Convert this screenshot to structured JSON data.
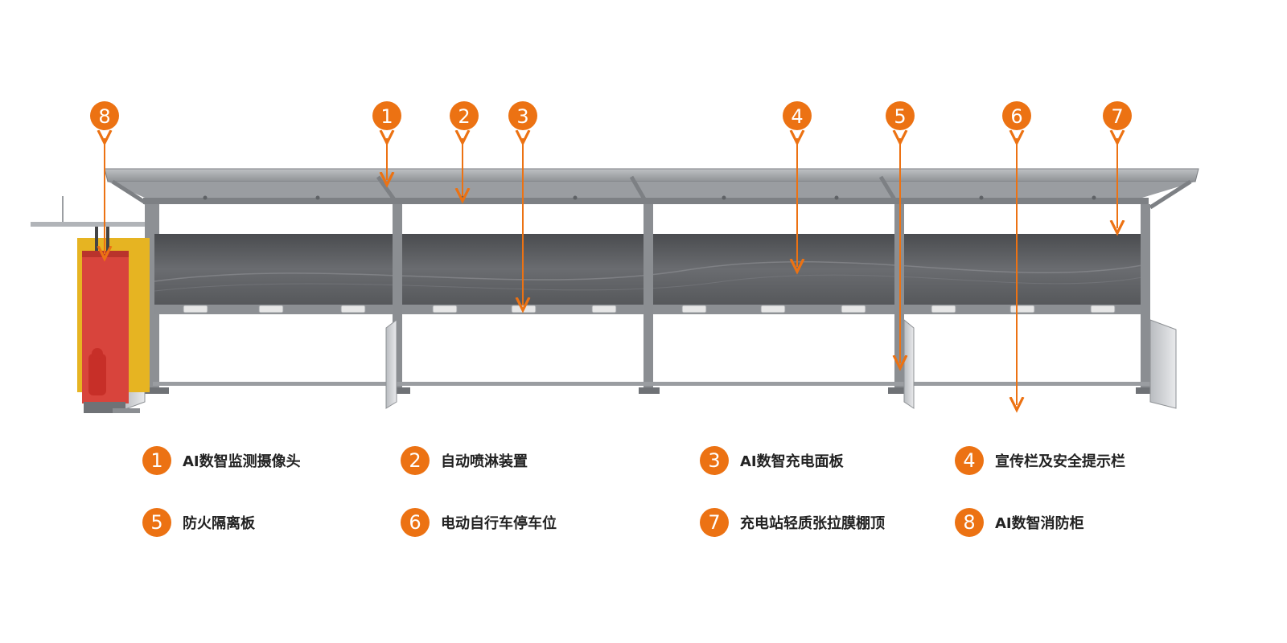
{
  "colors": {
    "accent": "#ec7213",
    "frame": "#8b8e92",
    "frame_dark": "#5f6266",
    "roof": "#a4a7aa",
    "panel": "#5a5c5f",
    "cabinet": "#d8443c",
    "cabinet_trim": "#e6b422",
    "label_text": "#222222"
  },
  "callouts": [
    {
      "number": "8",
      "component_id": "8"
    },
    {
      "number": "1",
      "component_id": "1"
    },
    {
      "number": "2",
      "component_id": "2"
    },
    {
      "number": "3",
      "component_id": "3"
    },
    {
      "number": "4",
      "component_id": "4"
    },
    {
      "number": "5",
      "component_id": "5"
    },
    {
      "number": "6",
      "component_id": "6"
    },
    {
      "number": "7",
      "component_id": "7"
    }
  ],
  "legend": [
    {
      "number": "1",
      "label": "AI数智监测摄像头"
    },
    {
      "number": "2",
      "label": "自动喷淋装置"
    },
    {
      "number": "3",
      "label": "AI数智充电面板"
    },
    {
      "number": "4",
      "label": "宣传栏及安全提示栏"
    },
    {
      "number": "5",
      "label": "防火隔离板"
    },
    {
      "number": "6",
      "label": "电动自行车停车位"
    },
    {
      "number": "7",
      "label": "充电站轻质张拉膜棚顶"
    },
    {
      "number": "8",
      "label": "AI数智消防柜"
    }
  ]
}
